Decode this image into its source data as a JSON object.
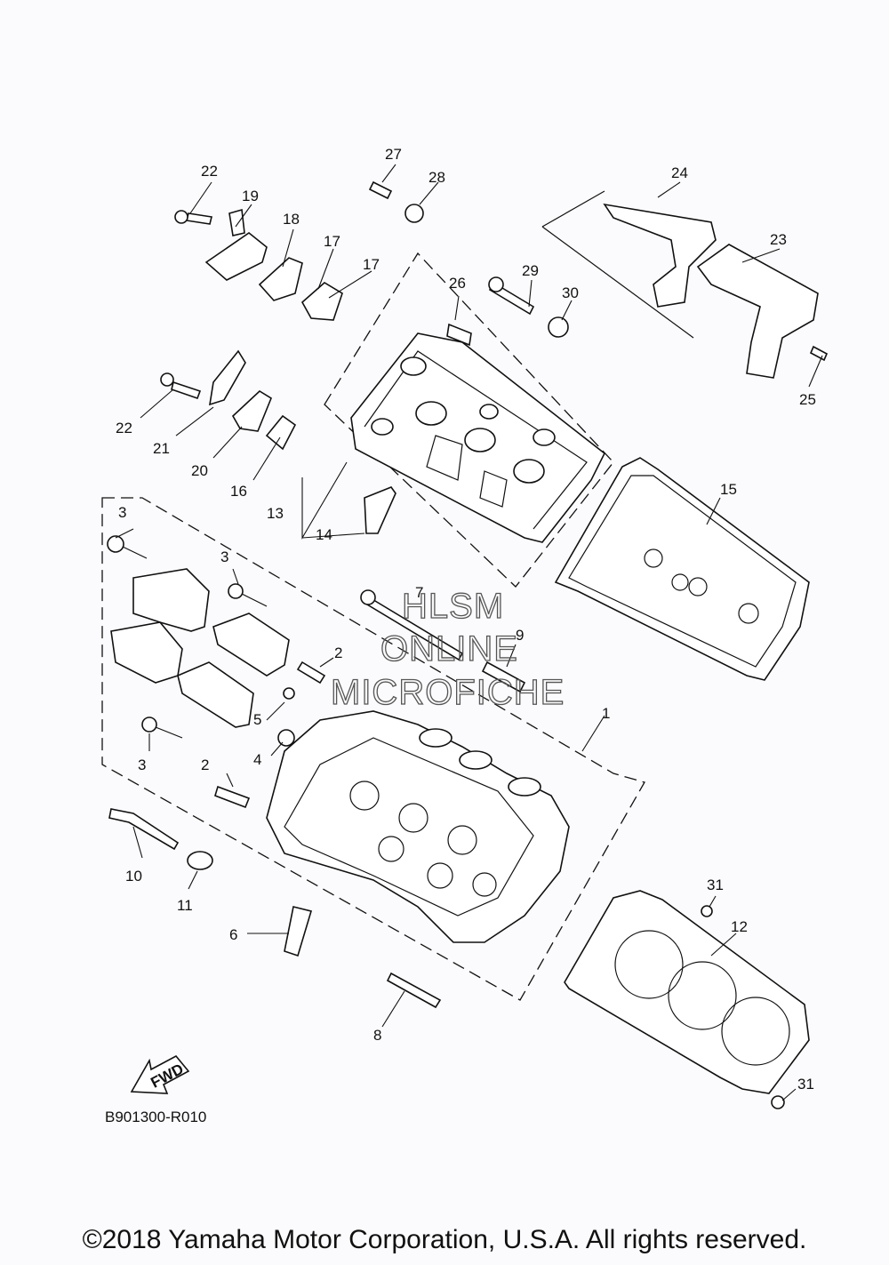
{
  "diagram_code": "B901300-R010",
  "watermark": [
    "HLSM",
    "ONLINE",
    "MICROFICHE"
  ],
  "fwd_label": "FWD",
  "copyright": "©2018 Yamaha Motor Corporation, U.S.A. All rights reserved.",
  "callouts": [
    "1",
    "2",
    "2",
    "3",
    "3",
    "3",
    "4",
    "5",
    "6",
    "7",
    "8",
    "9",
    "10",
    "11",
    "12",
    "13",
    "14",
    "15",
    "16",
    "17",
    "17",
    "18",
    "19",
    "20",
    "21",
    "22",
    "22",
    "23",
    "24",
    "25",
    "26",
    "27",
    "28",
    "29",
    "30",
    "31",
    "31"
  ]
}
